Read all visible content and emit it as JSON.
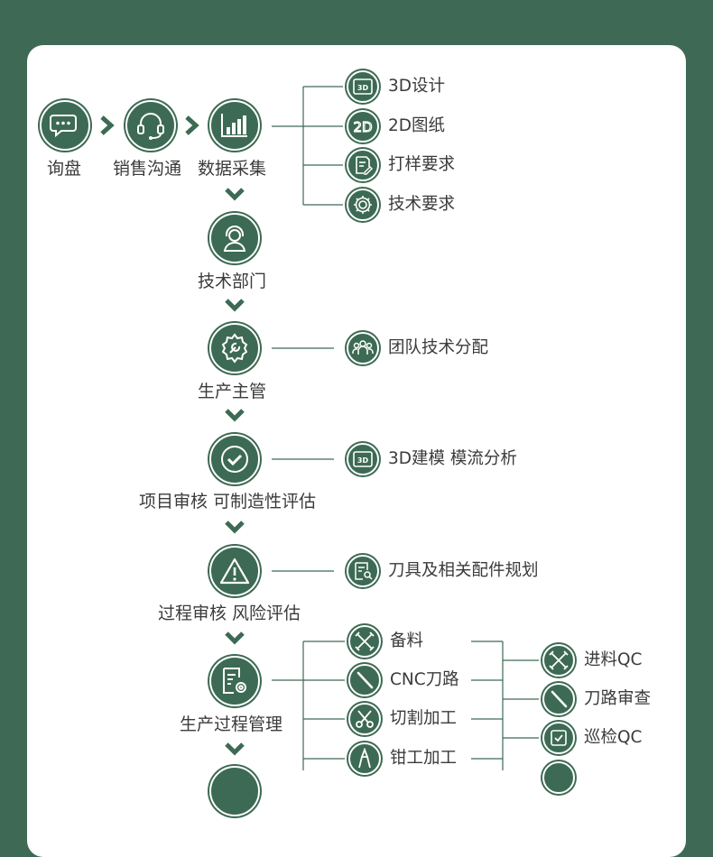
{
  "steps": {
    "inquiry": "询盘",
    "sales": "销售沟通",
    "data": "数据采集",
    "tech_dept": "技术部门",
    "production_supervisor": "生产主管",
    "project_review": "项目审核 可制造性评估",
    "process_review": "过程审核 风险评估",
    "production_management": "生产过程管理"
  },
  "data_branches": [
    "3D设计",
    "2D图纸",
    "打样要求",
    "技术要求"
  ],
  "supervisor_branch": "团队技术分配",
  "project_branch": "3D建模 模流分析",
  "process_branch": "刀具及相关配件规划",
  "production_branches": [
    "备料",
    "CNC刀路",
    "切割加工",
    "钳工加工"
  ],
  "qc_branches": [
    "进料QC",
    "刀路审查",
    "巡检QC"
  ],
  "badges": {
    "d3": "3D",
    "d2": "2D"
  },
  "colors": {
    "background": "#3e6a55",
    "icon_fill": "#3d6a54",
    "card": "#ffffff",
    "text": "#3b3b3b"
  }
}
